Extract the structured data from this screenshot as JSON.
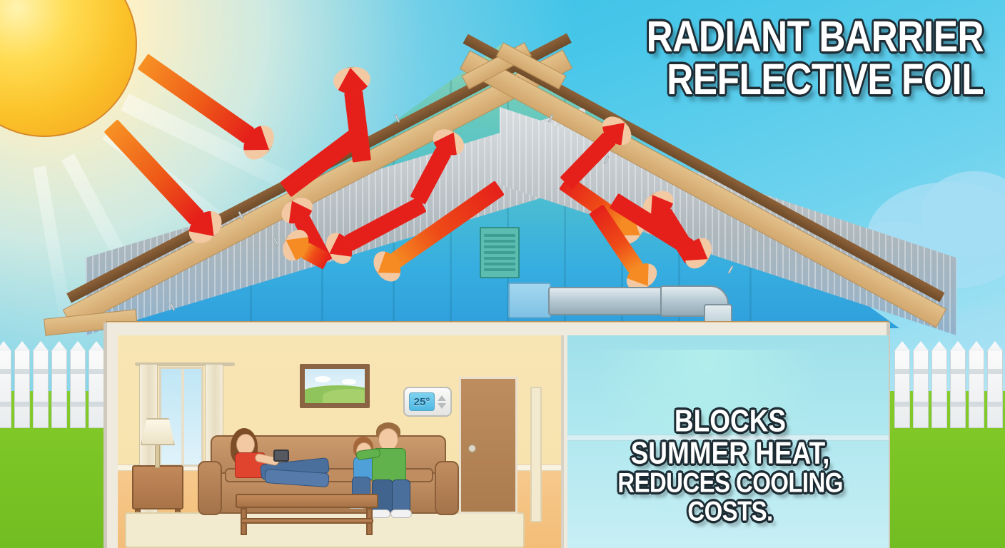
{
  "headline": {
    "line1": "RADIANT BARRIER",
    "line2": "REFLECTIVE FOIL"
  },
  "callout": {
    "line1": "BLOCKS",
    "line2": "SUMMER HEAT,",
    "line3": "REDUCES COOLING COSTS."
  },
  "thermostat": {
    "reading": "25°",
    "up_label": "▲",
    "down_label": "▼"
  },
  "colors": {
    "sky_top": "#2fbde6",
    "sky_bottom": "#cfeef8",
    "grass": "#7cc526",
    "sun_core": "#ffdc52",
    "sun_edge": "#f3a021",
    "arrow_incoming": "#ee5a18",
    "arrow_reflected": "#e5201a",
    "foil_silver": "#c3c9cd",
    "attic_teal": "#4fc0cf",
    "attic_blue": "#2f9fdc",
    "rafter_wood": "#d9b27a",
    "shingle_brown": "#6e4b2a",
    "wall_cream": "#f7e3ae",
    "floor_tan": "#f3bd78",
    "cool_room": "#aee7ef",
    "sofa_brown": "#b4835a",
    "headline_text": "#ffffff",
    "headline_outline": "#1d2b33"
  },
  "scene": {
    "title_zone": "top-right",
    "elements": [
      "sun",
      "clouds",
      "picket-fence",
      "grass",
      "roof-shingles",
      "radiant-barrier-foil",
      "attic-space",
      "gable-vent",
      "hvac-duct",
      "air-register",
      "furnace",
      "living-room",
      "family",
      "thermostat",
      "window",
      "door",
      "picture-frame"
    ]
  },
  "annotations": {
    "incoming_rays": "Solar heat arriving at roof",
    "reflected_rays": "Heat reflected back by foil barrier"
  }
}
